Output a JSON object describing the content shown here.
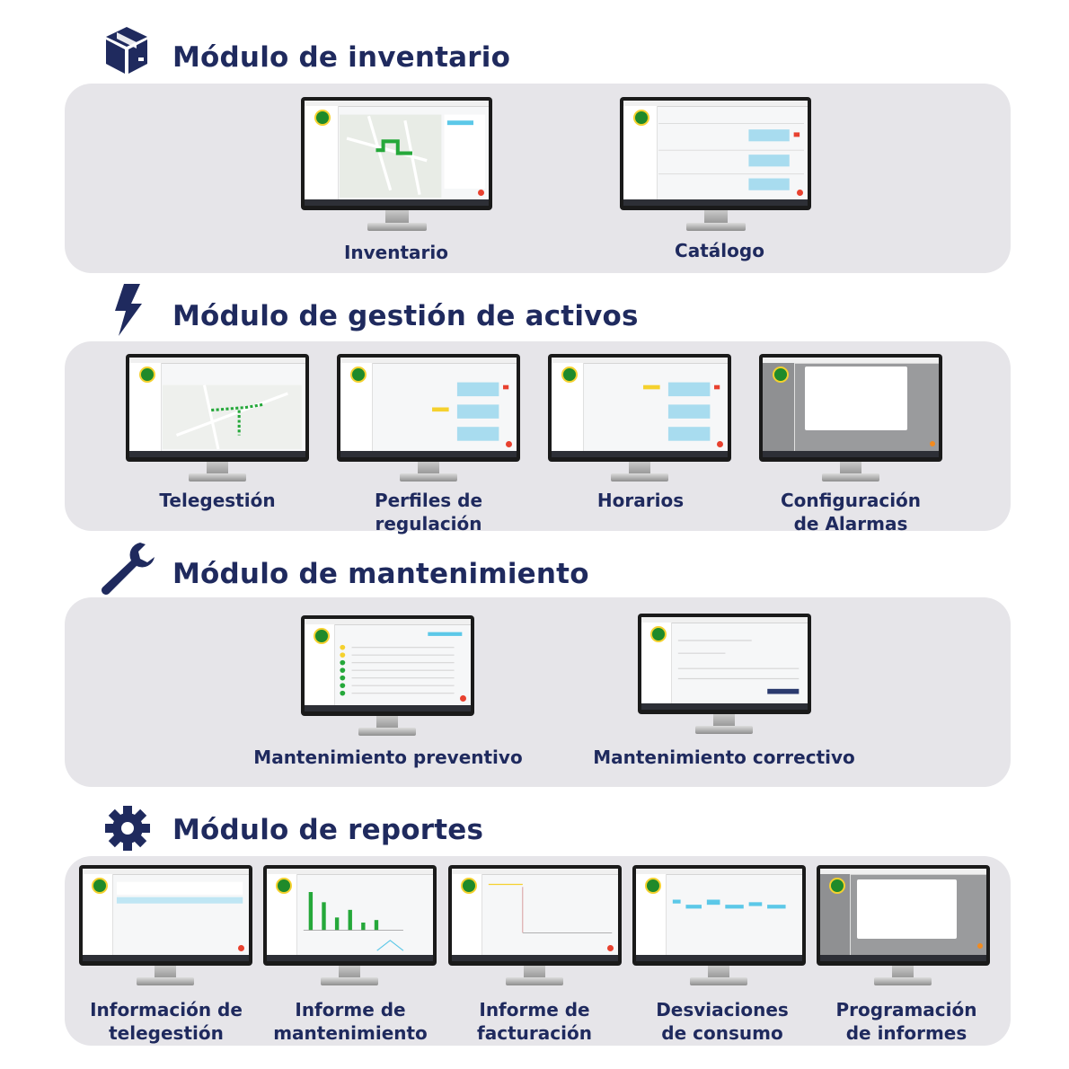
{
  "sections": [
    {
      "title": "Módulo de inventario",
      "icon": "box-icon",
      "items": [
        {
          "lines": [
            "Inventario"
          ],
          "screen": "map"
        },
        {
          "lines": [
            "Catálogo"
          ],
          "screen": "table"
        }
      ]
    },
    {
      "title": "Módulo de gestión de activos",
      "icon": "lightning-bolt-icon",
      "items": [
        {
          "lines": [
            "Telegestión"
          ],
          "screen": "map"
        },
        {
          "lines": [
            "Perfiles de",
            "regulación"
          ],
          "screen": "table"
        },
        {
          "lines": [
            "Horarios"
          ],
          "screen": "table"
        },
        {
          "lines": [
            "Configuración",
            "de Alarmas"
          ],
          "screen": "modal"
        }
      ]
    },
    {
      "title": "Módulo de mantenimiento",
      "icon": "wrench-icon",
      "items": [
        {
          "lines": [
            "Mantenimiento preventivo"
          ],
          "screen": "list"
        },
        {
          "lines": [
            "Mantenimiento correctivo"
          ],
          "screen": "form"
        }
      ]
    },
    {
      "title": "Módulo de reportes",
      "icon": "gear-icon",
      "items": [
        {
          "lines": [
            "Información de",
            "telegestión"
          ],
          "screen": "filter"
        },
        {
          "lines": [
            "Informe de",
            "mantenimiento"
          ],
          "screen": "barchart"
        },
        {
          "lines": [
            "Informe de",
            "facturación"
          ],
          "screen": "linechart"
        },
        {
          "lines": [
            "Desviaciones",
            "de consumo"
          ],
          "screen": "timeline"
        },
        {
          "lines": [
            "Programación",
            "de informes"
          ],
          "screen": "modal"
        }
      ]
    }
  ],
  "colors": {
    "title": "#1f2a5e",
    "panel": "#e6e5e9",
    "accent_green": "#1f8a2a",
    "accent_red": "#e8412f",
    "accent_blue": "#5cc8e8"
  }
}
